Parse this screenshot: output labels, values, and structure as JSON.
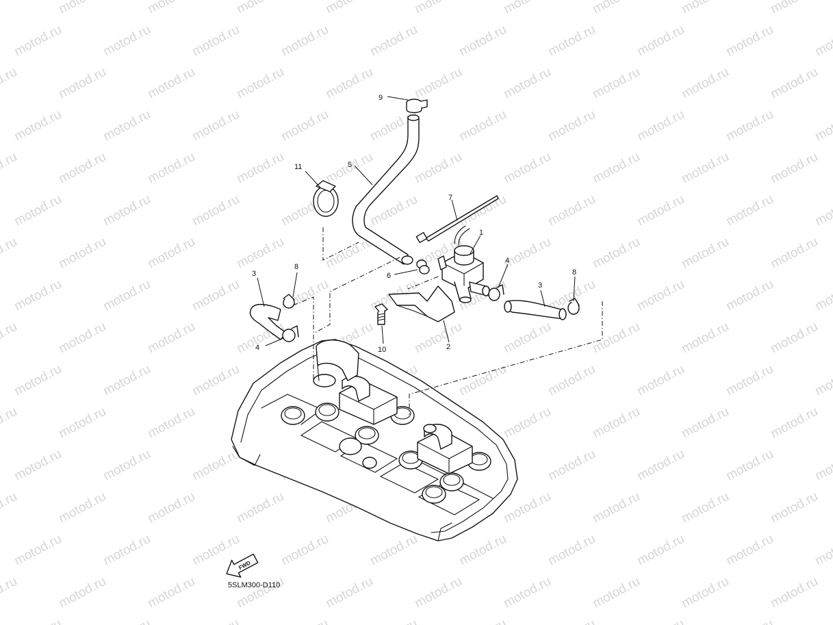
{
  "watermark": {
    "text": "motod.ru",
    "color": "#d6d6d6"
  },
  "callouts": [
    {
      "id": "c9",
      "label": "9"
    },
    {
      "id": "c11",
      "label": "11"
    },
    {
      "id": "c5",
      "label": "5"
    },
    {
      "id": "c7",
      "label": "7"
    },
    {
      "id": "c1",
      "label": "1"
    },
    {
      "id": "c3a",
      "label": "3"
    },
    {
      "id": "c8a",
      "label": "8"
    },
    {
      "id": "c6",
      "label": "6"
    },
    {
      "id": "c4a",
      "label": "4"
    },
    {
      "id": "c3b",
      "label": "3"
    },
    {
      "id": "c8b",
      "label": "8"
    },
    {
      "id": "c4b",
      "label": "4"
    },
    {
      "id": "c10",
      "label": "10"
    },
    {
      "id": "c2",
      "label": "2"
    }
  ],
  "fwd_label": "FWD",
  "drawing_code": "5SLM300-D110",
  "colors": {
    "line": "#111111",
    "background": "#ffffff"
  }
}
